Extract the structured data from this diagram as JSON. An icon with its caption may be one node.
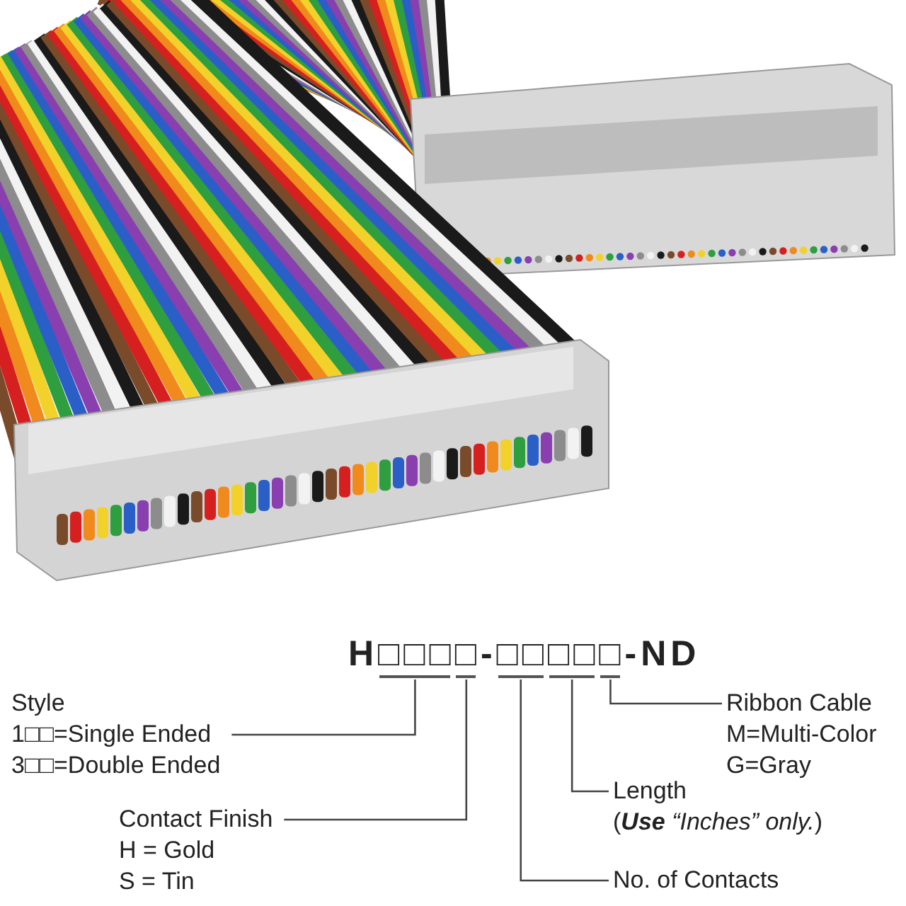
{
  "diagram": {
    "nodes": [
      {
        "text": [],
        "shape": "bar"
      },
      {
        "text": [],
        "shape": "bar"
      },
      {
        "text": [],
        "shape": "bar"
      },
      {
        "text": [],
        "shape": "bar"
      },
      {
        "text": [],
        "shape": "bar"
      },
      {
        "text": [
          "Style",
          "1□□=Single Ended",
          "3□□=Double Ended"
        ]
      },
      {
        "text": [
          "Ribbon Cable",
          "M=Multi-Color",
          "G=Gray"
        ]
      },
      {
        "text": [
          "Length",
          "(**Use** *“Inches” only.*)"
        ]
      },
      {
        "text": [
          "Contact Finish",
          "H = Gold",
          "S = Tin"
        ]
      },
      {
        "text": [
          "No. of Contacts"
        ]
      }
    ],
    "edges": [
      {
        "from": 5,
        "to": 0,
        "arrow": "none"
      },
      {
        "from": 8,
        "to": 1,
        "arrow": "none"
      },
      {
        "from": 9,
        "to": 2,
        "arrow": "none"
      },
      {
        "from": 7,
        "to": 3,
        "arrow": "none"
      },
      {
        "from": 6,
        "to": 4,
        "arrow": "none"
      }
    ],
    "labels": [
      "H□□□□-□□□□□-ND"
    ]
  }
}
